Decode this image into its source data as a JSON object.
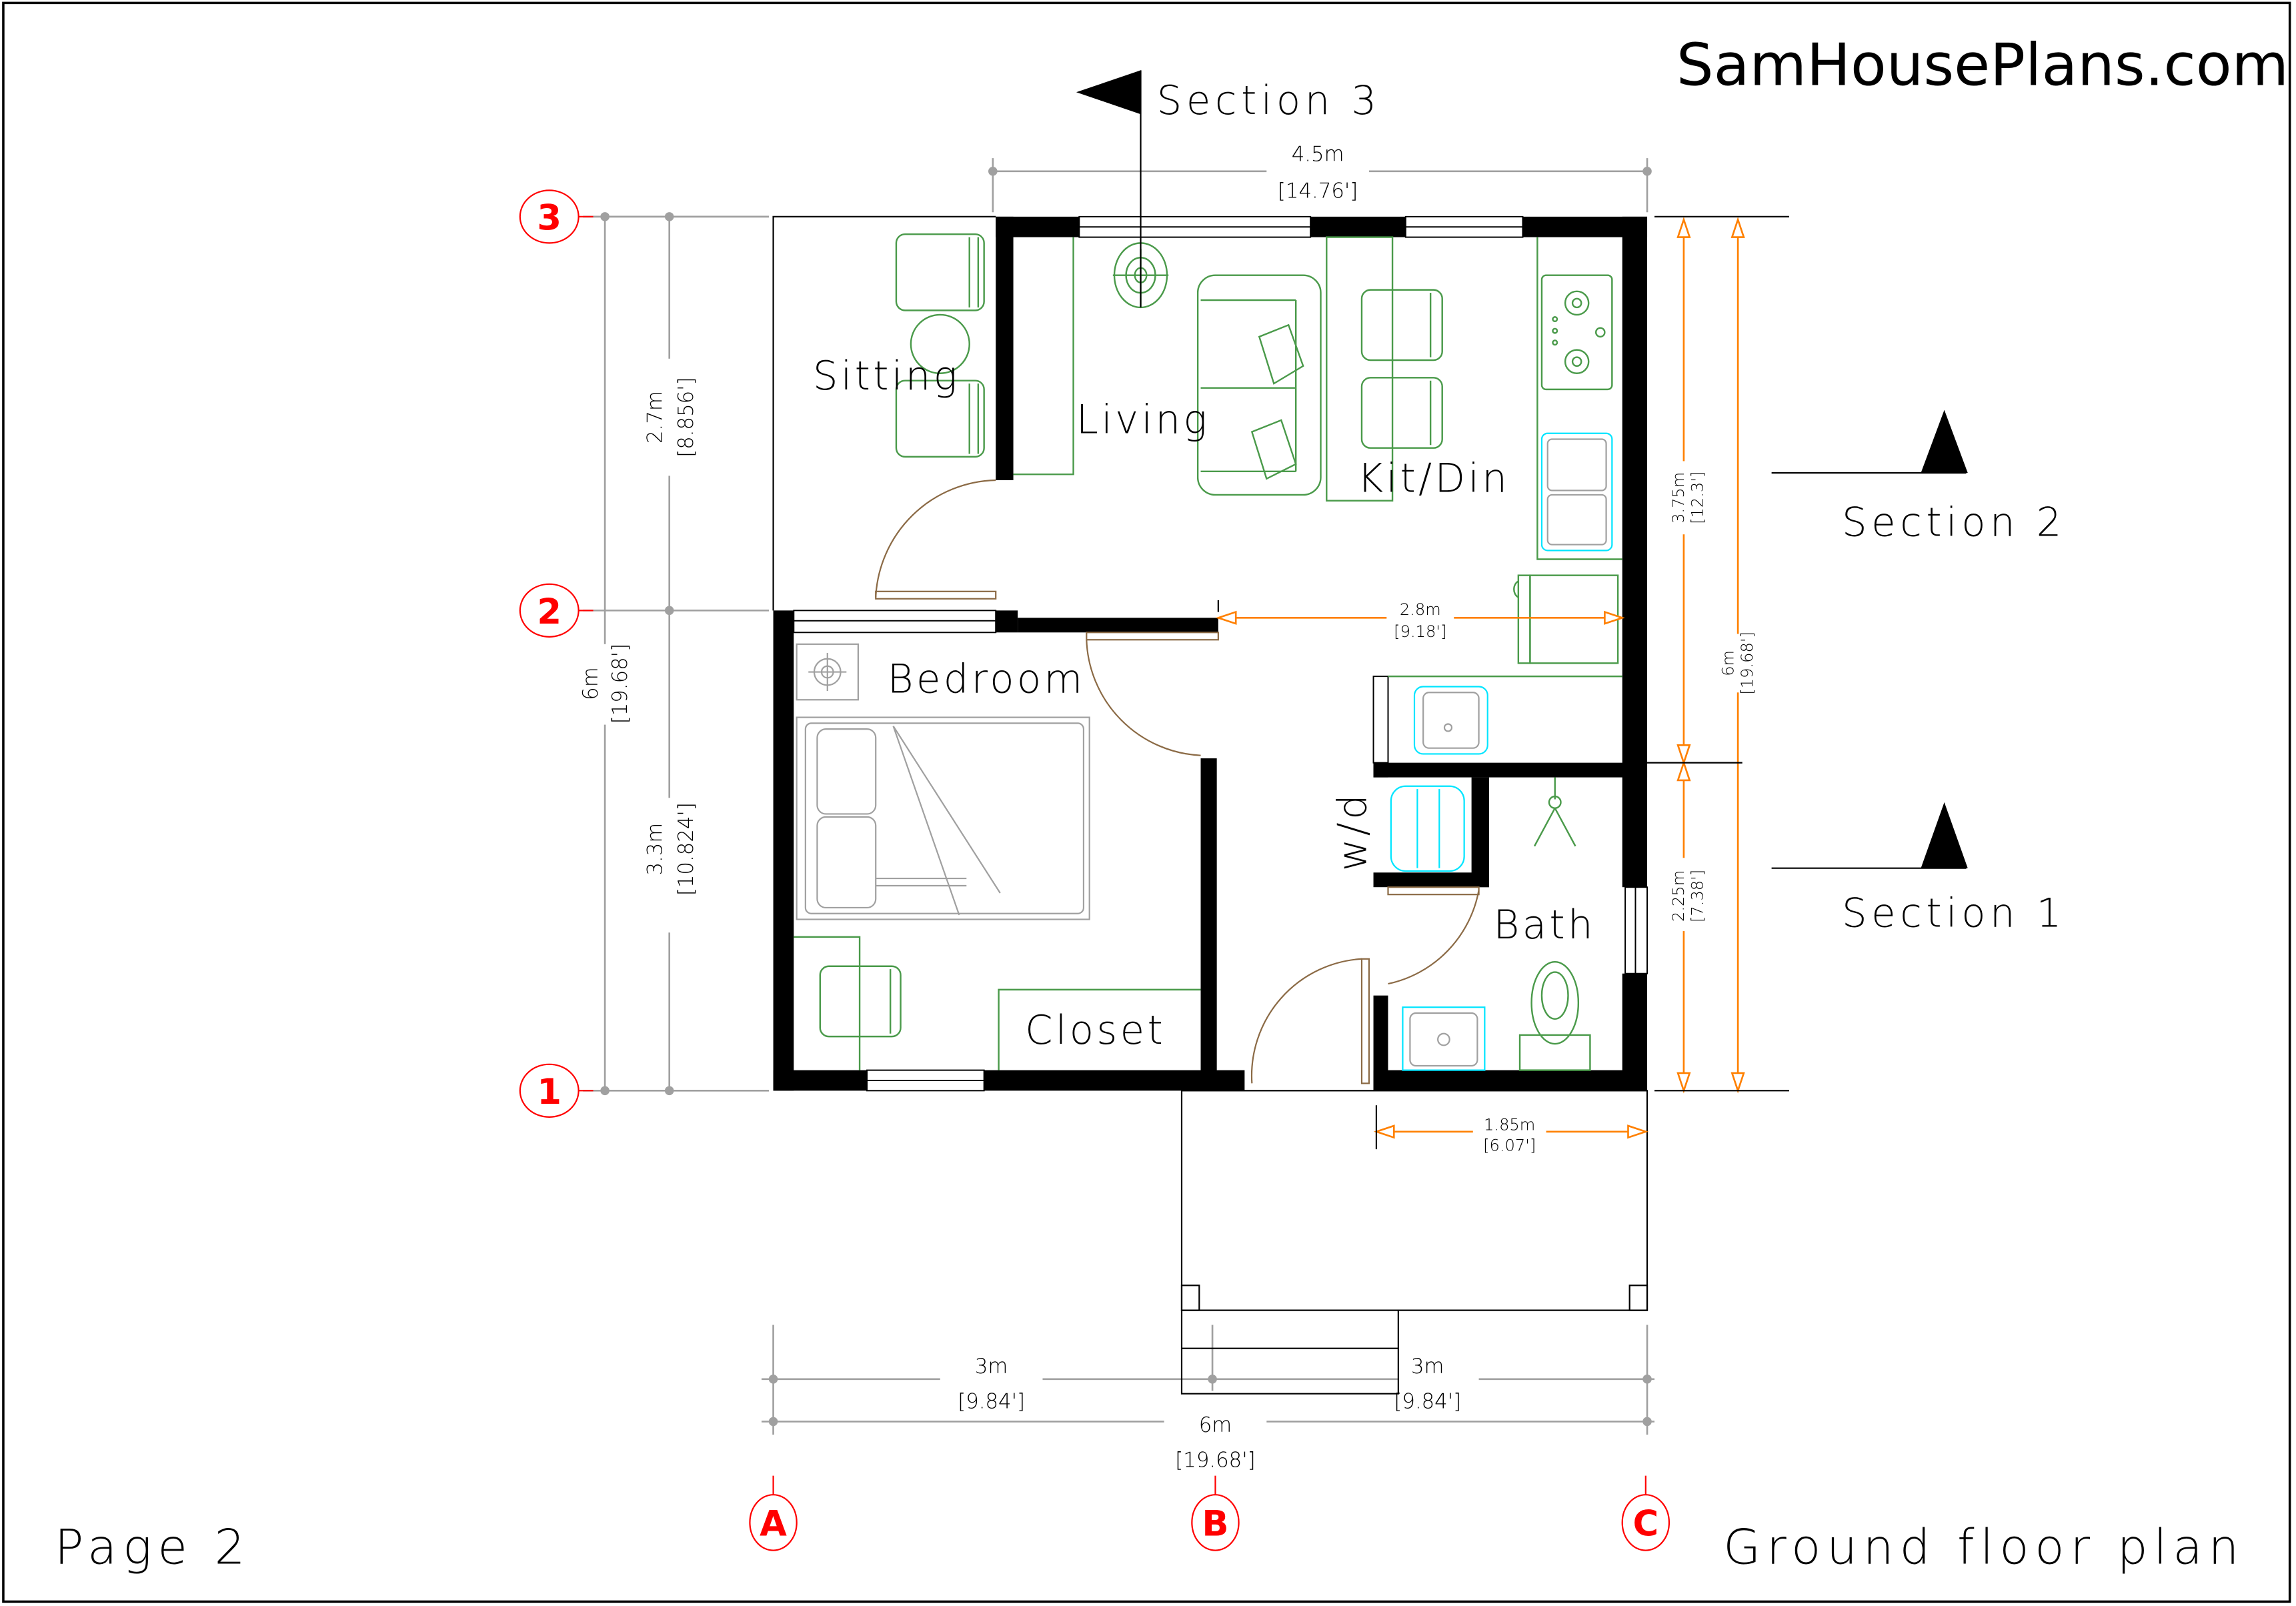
{
  "brand": {
    "text": "SamHousePlans.com"
  },
  "sheet": {
    "page_label": "Page 2",
    "title": "Ground floor plan"
  },
  "rooms": {
    "sitting": "Sitting",
    "living": "Living",
    "kitchen_dining": "Kit/Din",
    "bedroom": "Bedroom",
    "closet": "Closet",
    "washer_dryer": "w/d",
    "bath": "Bath"
  },
  "sections": {
    "section1": "Section 1",
    "section2": "Section 2",
    "section3": "Section 3"
  },
  "grid": {
    "rows": [
      "3",
      "2",
      "1"
    ],
    "columns": [
      "A",
      "B",
      "C"
    ],
    "color": "#ff0000"
  },
  "dimensions": {
    "top_width": {
      "metric": "4.5m",
      "imperial": "[14.76']"
    },
    "left_total": {
      "metric": "6m",
      "imperial": "[19.68']"
    },
    "left_upper": {
      "metric": "2.7m",
      "imperial": "[8.856']"
    },
    "left_lower": {
      "metric": "3.3m",
      "imperial": "[10.824']"
    },
    "right_total": {
      "metric": "6m",
      "imperial": "[19.68']"
    },
    "right_upper": {
      "metric": "3.75m",
      "imperial": "[12.3']"
    },
    "right_lower": {
      "metric": "2.25m",
      "imperial": "[7.38']"
    },
    "hall_width": {
      "metric": "2.8m",
      "imperial": "[9.18']"
    },
    "porch_width": {
      "metric": "1.85m",
      "imperial": "[6.07']"
    },
    "bottom_left": {
      "metric": "3m",
      "imperial": "[9.84']"
    },
    "bottom_right": {
      "metric": "3m",
      "imperial": "[9.84']"
    },
    "bottom_total": {
      "metric": "6m",
      "imperial": "[19.68']"
    }
  },
  "colors": {
    "wall": "#000000",
    "furniture": "#4a9a4a",
    "fixtures": "#00e5ff",
    "doors": "#8b6a45",
    "dimension_line": "#a0a0a0",
    "interior_dimension": "#ff8000",
    "grid_bubble": "#ff0000"
  }
}
